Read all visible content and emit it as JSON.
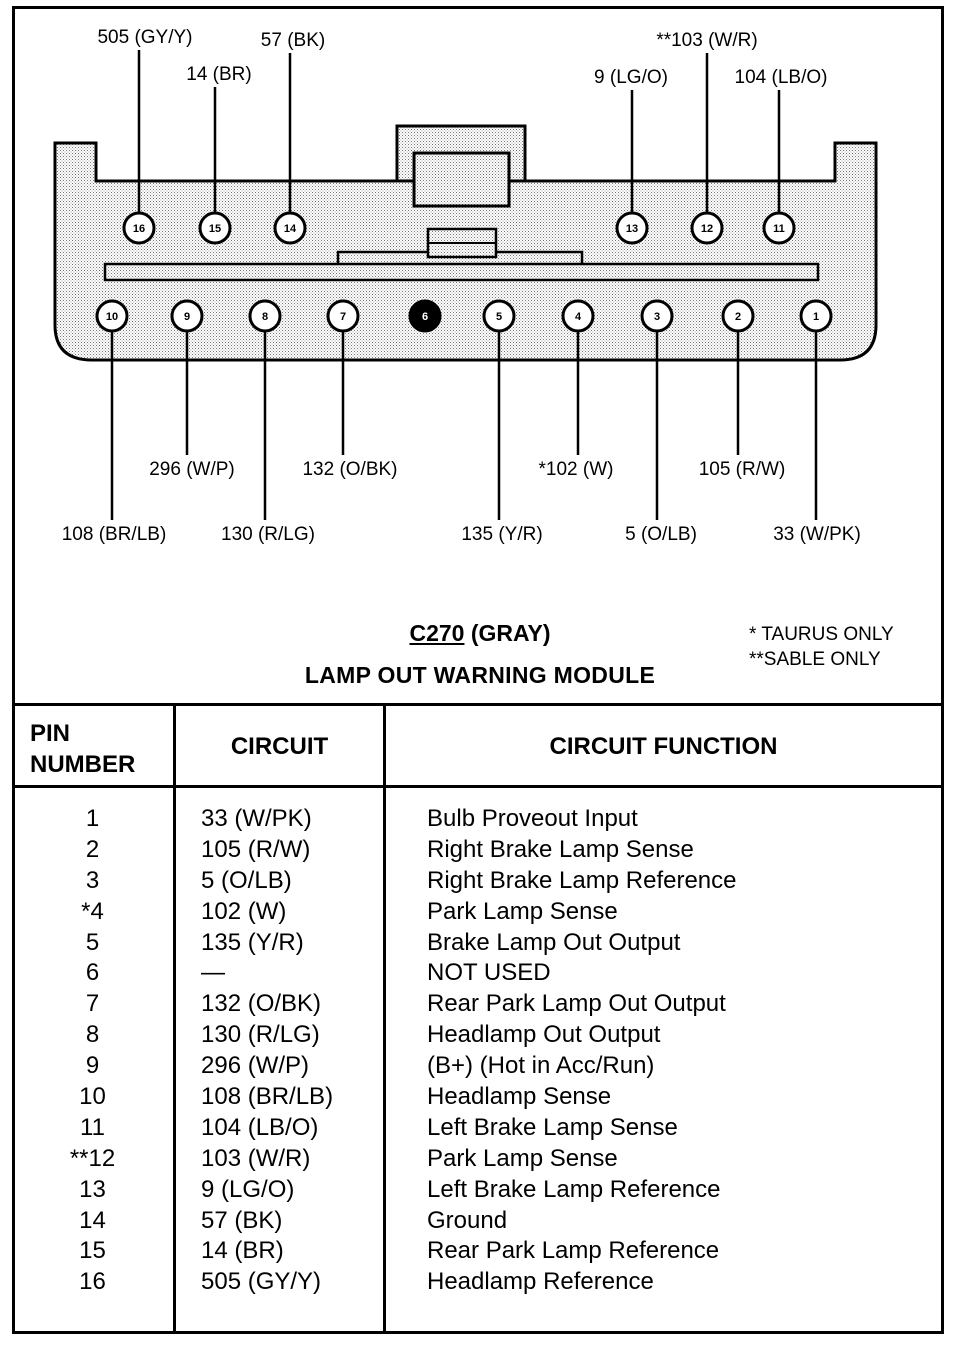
{
  "connector": {
    "code": "C270",
    "color": "(GRAY)",
    "module": "LAMP OUT WARNING MODULE",
    "notes": [
      "* TAURUS ONLY",
      "**SABLE ONLY"
    ]
  },
  "pins_top": [
    {
      "n": "16",
      "label": "505 (GY/Y)"
    },
    {
      "n": "15",
      "label": "14 (BR)"
    },
    {
      "n": "14",
      "label": "57 (BK)"
    },
    {
      "n": "13",
      "label": "9 (LG/O)"
    },
    {
      "n": "12",
      "label": "**103 (W/R)"
    },
    {
      "n": "11",
      "label": "104 (LB/O)"
    }
  ],
  "pins_bottom": [
    {
      "n": "10",
      "label": "108 (BR/LB)"
    },
    {
      "n": "9",
      "label": "296 (W/P)"
    },
    {
      "n": "8",
      "label": "130 (R/LG)"
    },
    {
      "n": "7",
      "label": "132 (O/BK)"
    },
    {
      "n": "6",
      "label": ""
    },
    {
      "n": "5",
      "label": "135 (Y/R)"
    },
    {
      "n": "4",
      "label": "*102 (W)"
    },
    {
      "n": "3",
      "label": "5 (O/LB)"
    },
    {
      "n": "2",
      "label": "105 (R/W)"
    },
    {
      "n": "1",
      "label": "33 (W/PK)"
    }
  ],
  "table": {
    "headers": {
      "pin": "PIN\nNUMBER",
      "circuit": "CIRCUIT",
      "function": "CIRCUIT FUNCTION"
    },
    "rows": [
      {
        "pin": "1",
        "circuit": "33 (W/PK)",
        "function": "Bulb Proveout Input"
      },
      {
        "pin": "2",
        "circuit": "105 (R/W)",
        "function": "Right Brake Lamp Sense"
      },
      {
        "pin": "3",
        "circuit": "5 (O/LB)",
        "function": "Right Brake Lamp Reference"
      },
      {
        "pin": "*4",
        "circuit": "102 (W)",
        "function": "Park Lamp Sense"
      },
      {
        "pin": "5",
        "circuit": "135 (Y/R)",
        "function": "Brake Lamp Out Output"
      },
      {
        "pin": "6",
        "circuit": "—",
        "function": "NOT USED"
      },
      {
        "pin": "7",
        "circuit": "132 (O/BK)",
        "function": "Rear Park Lamp Out Output"
      },
      {
        "pin": "8",
        "circuit": "130 (R/LG)",
        "function": "Headlamp Out Output"
      },
      {
        "pin": "9",
        "circuit": "296 (W/P)",
        "function": "(B+) (Hot in Acc/Run)"
      },
      {
        "pin": "10",
        "circuit": "108 (BR/LB)",
        "function": "Headlamp Sense"
      },
      {
        "pin": "11",
        "circuit": "104 (LB/O)",
        "function": "Left Brake Lamp Sense"
      },
      {
        "pin": "**12",
        "circuit": "103 (W/R)",
        "function": "Park Lamp Sense"
      },
      {
        "pin": "13",
        "circuit": "9 (LG/O)",
        "function": "Left Brake Lamp Reference"
      },
      {
        "pin": "14",
        "circuit": "57 (BK)",
        "function": "Ground"
      },
      {
        "pin": "15",
        "circuit": "14 (BR)",
        "function": "Rear Park Lamp Reference"
      },
      {
        "pin": "16",
        "circuit": "505 (GY/Y)",
        "function": "Headlamp Reference"
      }
    ]
  }
}
